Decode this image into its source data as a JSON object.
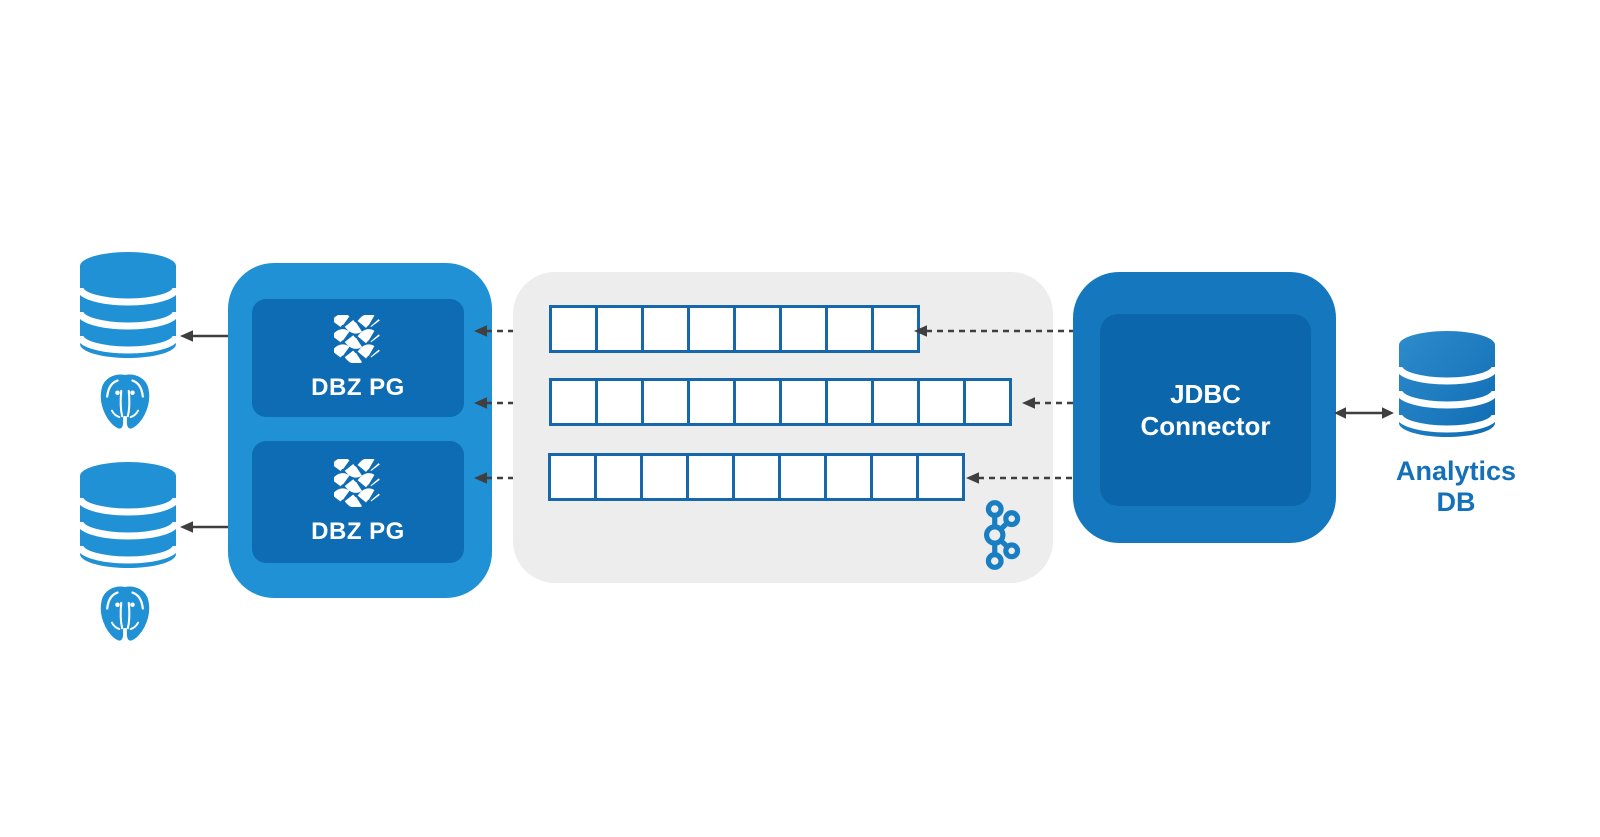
{
  "pipeline": {
    "description": "Change-data-capture pipeline: two PostgreSQL source databases feed Debezium PG connectors, which publish to Kafka topics consumed by a JDBC connector writing to an analytics database",
    "source_databases": [
      {
        "name": "postgres-source-1",
        "icons": [
          "database-cylinder-icon",
          "postgresql-elephant-icon"
        ],
        "label": ""
      },
      {
        "name": "postgres-source-2",
        "icons": [
          "database-cylinder-icon",
          "postgresql-elephant-icon"
        ],
        "label": ""
      }
    ],
    "dbz_group": {
      "boxes": [
        {
          "label": "DBZ PG",
          "icon": "debezium-icon"
        },
        {
          "label": "DBZ PG",
          "icon": "debezium-icon"
        }
      ]
    },
    "kafka": {
      "icon": "kafka-icon",
      "topics": [
        {
          "partitions": 8
        },
        {
          "partitions": 10
        },
        {
          "partitions": 9
        }
      ]
    },
    "jdbc_connector": {
      "label": "JDBC Connector"
    },
    "analytics_db": {
      "label": "Analytics DB",
      "icon": "database-cylinder-icon"
    },
    "edges": [
      {
        "from": "source-db-1",
        "to": "dbz-group",
        "style": "solid",
        "bidirectional": true
      },
      {
        "from": "source-db-2",
        "to": "dbz-group",
        "style": "solid",
        "bidirectional": true
      },
      {
        "from": "dbz-box-1",
        "to": "kafka-topic-1",
        "style": "dashed",
        "bidirectional": true
      },
      {
        "from": "dbz-box-1",
        "to": "kafka-topic-2",
        "style": "dashed",
        "bidirectional": true
      },
      {
        "from": "dbz-box-2",
        "to": "kafka-topic-3",
        "style": "dashed",
        "bidirectional": true
      },
      {
        "from": "kafka-topic-1",
        "to": "jdbc-connector",
        "style": "dashed",
        "bidirectional": true
      },
      {
        "from": "kafka-topic-2",
        "to": "jdbc-connector",
        "style": "dashed",
        "bidirectional": true
      },
      {
        "from": "kafka-topic-3",
        "to": "jdbc-connector",
        "style": "dashed",
        "bidirectional": true
      },
      {
        "from": "jdbc-connector",
        "to": "analytics-db",
        "style": "solid",
        "bidirectional": true
      }
    ],
    "colors": {
      "light_blue": "#2191D5",
      "dark_blue": "#0D6CB3",
      "jdbc_outer_blue": "#1578BE",
      "jdbc_inner_blue": "#0C66AC",
      "kafka_panel_gray": "#EDEDED",
      "topic_border_blue": "#1767AD",
      "arrow_dark": "#3F3F3F",
      "kafka_logo_blue": "#1A7EC2",
      "analytics_label_blue": "#1470B8",
      "background": "#FFFFFF"
    }
  }
}
